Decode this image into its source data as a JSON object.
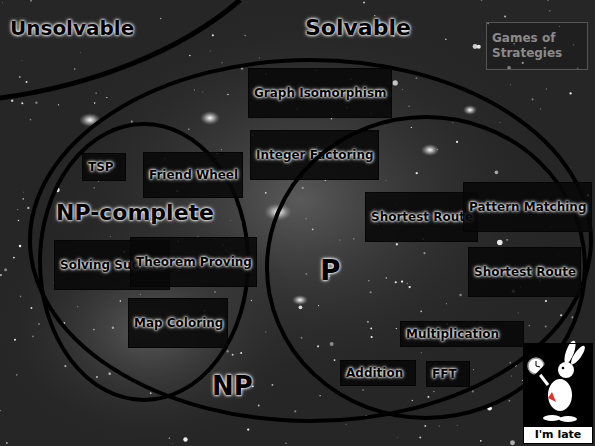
{
  "diagram": {
    "nodes": [
      {
        "text": [
          "NP"
        ]
      },
      {
        "text": [
          "Graph Isomorphism"
        ],
        "in": 0
      },
      {
        "text": [
          "Integer Factoring"
        ],
        "in": 0
      },
      {
        "text": [
          "NP-complete"
        ],
        "in": 0
      },
      {
        "text": [
          "TSP"
        ],
        "in": 3
      },
      {
        "text": [
          "Friend Wheel"
        ],
        "in": 3
      },
      {
        "text": [
          "Solving Sudoku"
        ],
        "in": 3
      },
      {
        "text": [
          "Theorem Proving"
        ],
        "in": 3
      },
      {
        "text": [
          "Map Coloring"
        ],
        "in": 3
      },
      {
        "text": [
          "P"
        ],
        "in": 0
      },
      {
        "text": [
          "Shortest Route"
        ],
        "in": 9
      },
      {
        "text": [
          "Pattern Matching"
        ],
        "in": 9
      },
      {
        "text": [
          "Shortest Route"
        ],
        "in": 9
      },
      {
        "text": [
          "Multiplication"
        ],
        "in": 9
      },
      {
        "text": [
          "Addition"
        ],
        "in": 9
      },
      {
        "text": [
          "FFT"
        ],
        "in": 9
      },
      {
        "text": [
          "Games of Strategies"
        ]
      },
      {
        "text": [
          "I'm late"
        ]
      }
    ],
    "labels": [
      "Unsolvable",
      "Solvable"
    ]
  }
}
